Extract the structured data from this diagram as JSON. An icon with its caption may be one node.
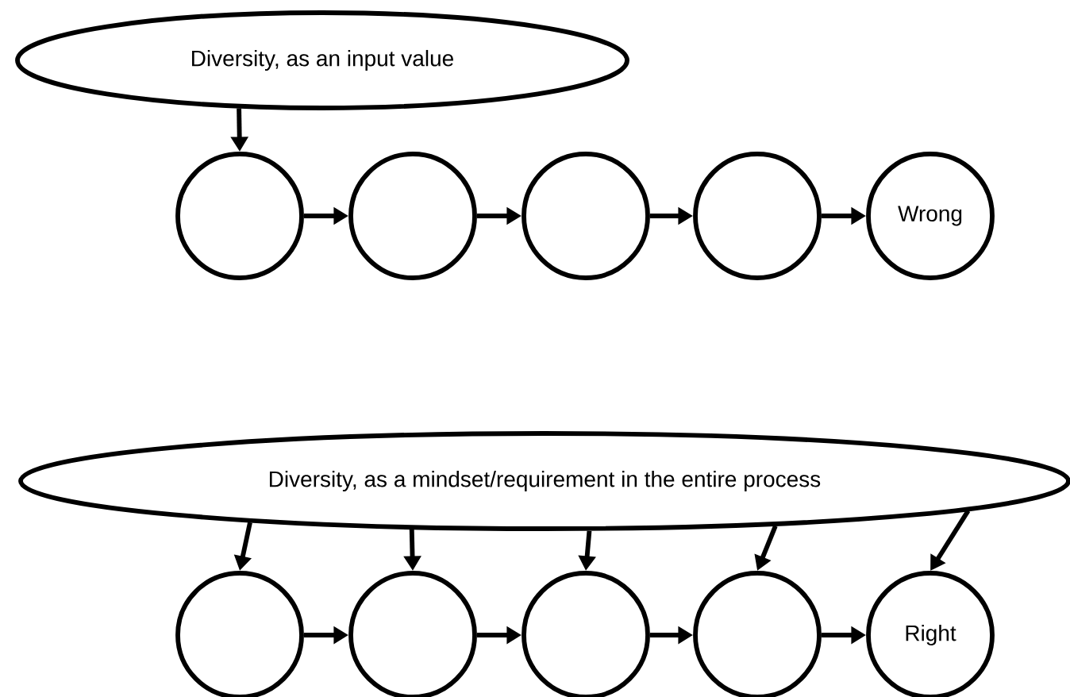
{
  "diagram": {
    "nodes": [
      {
        "text": [
          "Diversity, as an input value"
        ]
      },
      {
        "text": [],
        "shape": "circle"
      },
      {
        "text": [],
        "shape": "circle"
      },
      {
        "text": [],
        "shape": "circle"
      },
      {
        "text": [],
        "shape": "circle"
      },
      {
        "text": [
          "Wrong"
        ]
      },
      {
        "text": [
          "Diversity, as a mindset/requirement in the entire process"
        ]
      },
      {
        "text": [],
        "shape": "circle"
      },
      {
        "text": [],
        "shape": "circle"
      },
      {
        "text": [],
        "shape": "circle"
      },
      {
        "text": [],
        "shape": "circle"
      },
      {
        "text": [
          "Right"
        ]
      }
    ],
    "edges": [
      {
        "from": 0,
        "to": 1,
        "arrow": "to"
      },
      {
        "from": 1,
        "to": 2,
        "arrow": "to"
      },
      {
        "from": 2,
        "to": 3,
        "arrow": "to"
      },
      {
        "from": 3,
        "to": 4,
        "arrow": "to"
      },
      {
        "from": 4,
        "to": 5,
        "arrow": "to"
      },
      {
        "from": 6,
        "to": 7,
        "arrow": "to"
      },
      {
        "from": 6,
        "to": 8,
        "arrow": "to"
      },
      {
        "from": 6,
        "to": 9,
        "arrow": "to"
      },
      {
        "from": 6,
        "to": 10,
        "arrow": "to"
      },
      {
        "from": 6,
        "to": 11,
        "arrow": "to"
      },
      {
        "from": 7,
        "to": 8,
        "arrow": "to"
      },
      {
        "from": 8,
        "to": 9,
        "arrow": "to"
      },
      {
        "from": 9,
        "to": 10,
        "arrow": "to"
      },
      {
        "from": 10,
        "to": 11,
        "arrow": "to"
      }
    ]
  }
}
